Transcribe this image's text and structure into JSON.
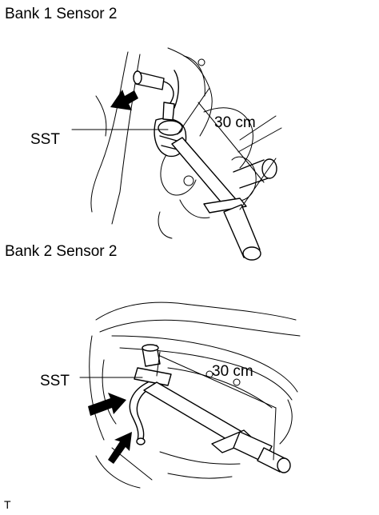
{
  "sections": [
    {
      "caption": "Bank 1 Sensor 2",
      "tool_label": "SST",
      "dimension_label": "30 cm"
    },
    {
      "caption": "Bank 2 Sensor 2",
      "tool_label": "SST",
      "dimension_label": "30 cm"
    }
  ],
  "footer_text": "T"
}
